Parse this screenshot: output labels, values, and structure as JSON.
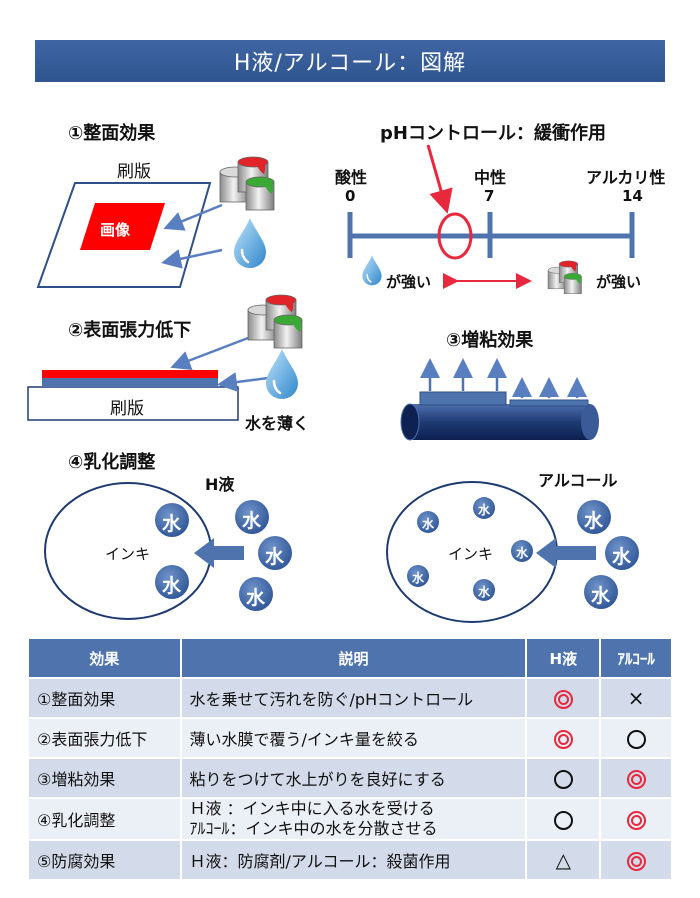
{
  "header": {
    "title": "H液/アルコール：図解"
  },
  "section1": {
    "title": "①整面効果",
    "plate_label": "刷版",
    "image_label": "画像"
  },
  "ph": {
    "title": "pHコントロール：緩衝作用",
    "acid_label": "酸性",
    "neutral_label": "中性",
    "alkali_label": "アルカリ性",
    "tick_0": "0",
    "tick_7": "7",
    "tick_14": "14",
    "left_strong": "が強い",
    "right_strong": "が強い"
  },
  "section2": {
    "title": "②表面張力低下",
    "plate_label": "刷版",
    "thin_water": "水を薄く"
  },
  "section3": {
    "title": "③増粘効果"
  },
  "section4": {
    "title": "④乳化調整",
    "h_label": "H液",
    "alcohol_label": "アルコール",
    "ink_label": "インキ",
    "water_char": "水"
  },
  "table": {
    "headers": [
      "効果",
      "説明",
      "H液",
      "ｱﾙｺｰﾙ"
    ],
    "rows": [
      {
        "effect": "①整面効果",
        "desc": "水を乗せて汚れを防ぐ/pHコントロール",
        "h": "double",
        "alc": "×"
      },
      {
        "effect": "②表面張力低下",
        "desc": "薄い水膜で覆う/インキ量を絞る",
        "h": "double",
        "alc": "circle"
      },
      {
        "effect": "③増粘効果",
        "desc": "粘りをつけて水上がりを良好にする",
        "h": "circle",
        "alc": "double"
      },
      {
        "effect": "④乳化調整",
        "desc": "Ｈ液 ：インキ中に入る水を受ける",
        "desc2": "ｱﾙｺｰﾙ：インキ中の水を分散させる",
        "h": "circle",
        "alc": "double"
      },
      {
        "effect": "⑤防腐効果",
        "desc": "Ｈ液：防腐剤/アルコール：殺菌作用",
        "h": "△",
        "alc": "double"
      }
    ]
  },
  "colors": {
    "navy": "#2f5590",
    "blue": "#4f74ad",
    "red": "#e8283c",
    "water": "#3a8fd0"
  }
}
